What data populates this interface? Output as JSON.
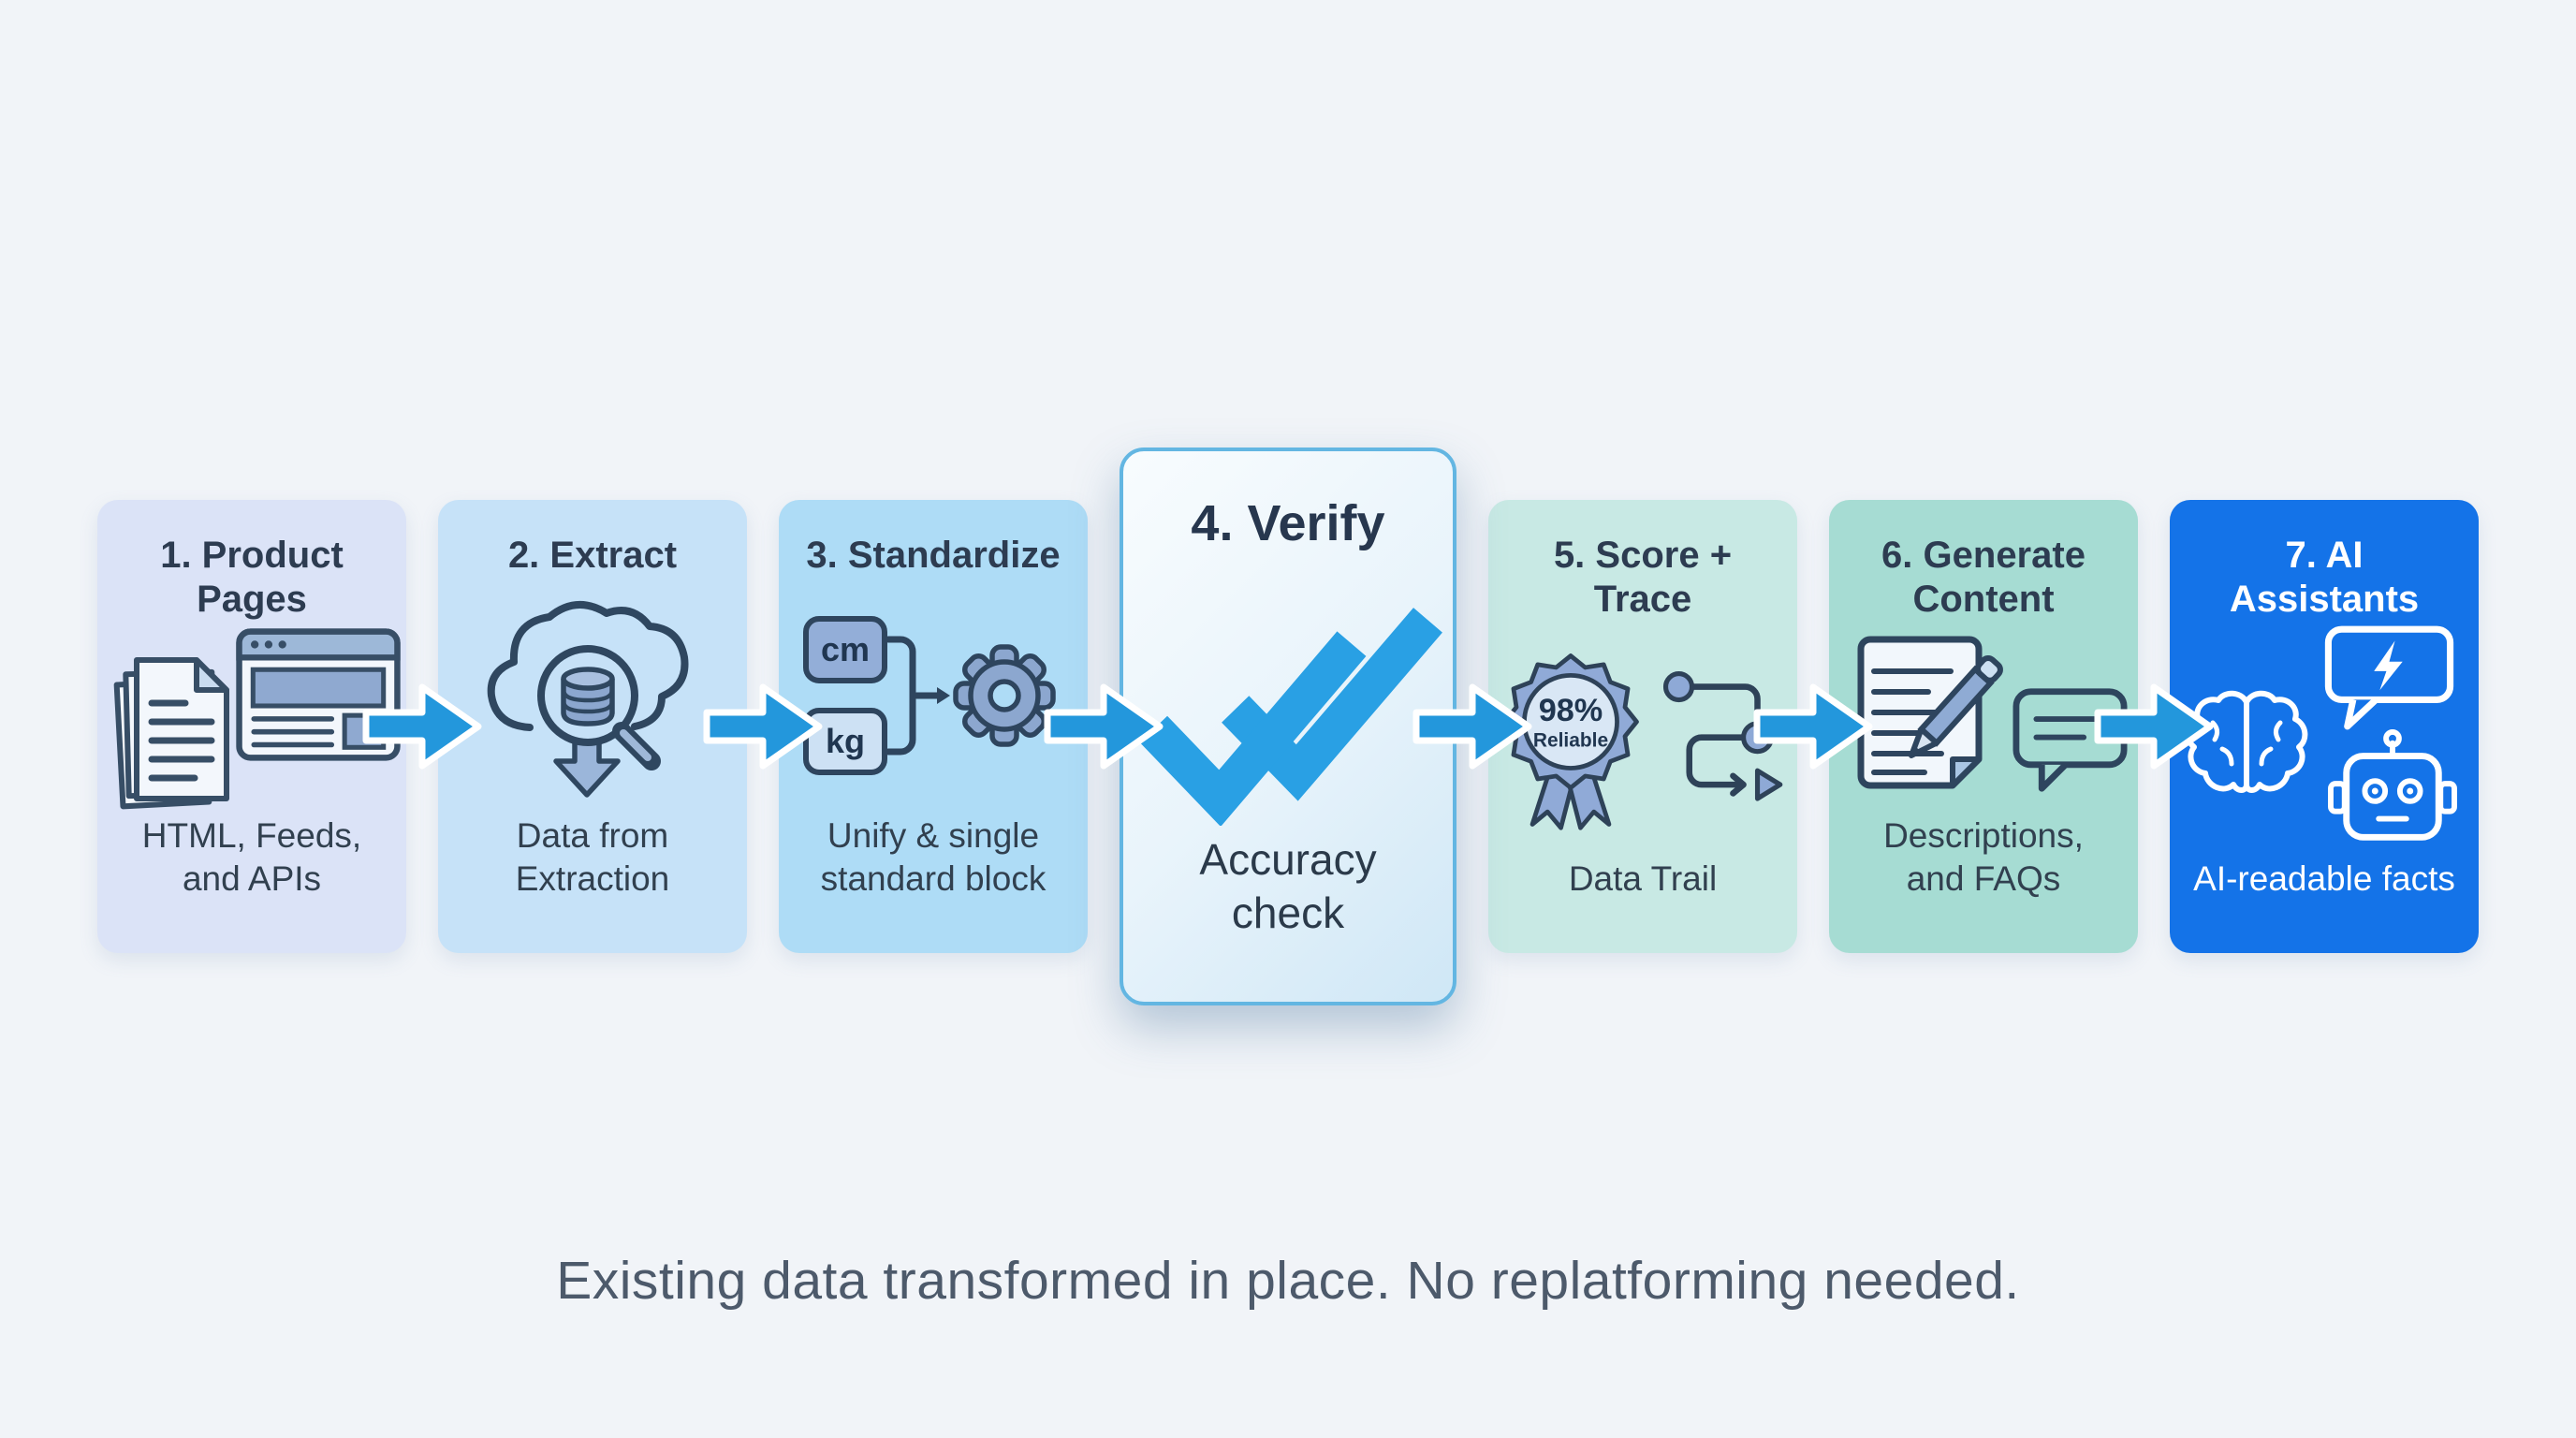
{
  "page": {
    "footer_caption": "Existing data transformed in place. No replatforming needed."
  },
  "colors": {
    "background": "#f1f4f8",
    "arrow": "#2397dc",
    "arrow_outline": "#ffffff",
    "title_text": "#2d3c51",
    "caption_text": "#4d5a6b",
    "icon_stroke": "#2e455e",
    "icon_fill": "#8fa9d3",
    "icon_fill_light": "#cde1f4",
    "verify_border": "#63b6e2",
    "verify_check": "#29a0e4",
    "verify_bg_top": "#f8fcfe",
    "verify_bg_bottom": "#cfe7f6"
  },
  "steps": [
    {
      "title": "1. Product Pages",
      "subtitle": "HTML, Feeds, and APIs",
      "bg": "#dbe3f7",
      "icons": [
        "documents-icon",
        "browser-window-icon"
      ]
    },
    {
      "title": "2. Extract",
      "subtitle": "Data from Extraction",
      "bg": "#c6e2f8",
      "icons": [
        "cloud-data-search-icon",
        "download-arrow-icon"
      ]
    },
    {
      "title": "3. Standardize",
      "subtitle": "Unify & single standard block",
      "bg": "#aedcf6",
      "units": [
        "cm",
        "kg"
      ],
      "icons": [
        "unit-chips-icon",
        "merge-bracket-icon",
        "gear-icon"
      ]
    },
    {
      "title": "4. Verify",
      "subtitle": "Accuracy check",
      "highlighted": true,
      "border": "#63b6e2",
      "check_color": "#29a0e4",
      "icons": [
        "double-check-icon"
      ]
    },
    {
      "title": "5. Score + Trace",
      "subtitle": "Data Trail",
      "bg": "#c8e9e4",
      "badge": {
        "value": "98%",
        "label": "Reliable"
      },
      "icons": [
        "reliability-badge-icon",
        "trace-route-icon"
      ]
    },
    {
      "title": "6. Generate Content",
      "subtitle": "Descriptions, and FAQs",
      "bg": "#a6dcd3",
      "icons": [
        "document-pencil-icon",
        "chat-bubble-icon"
      ]
    },
    {
      "title": "7. AI Assistants",
      "subtitle": "AI-readable facts",
      "bg": "#1473e8",
      "text_color": "#ffffff",
      "icons": [
        "brain-icon",
        "chat-lightning-icon",
        "robot-icon"
      ]
    }
  ]
}
